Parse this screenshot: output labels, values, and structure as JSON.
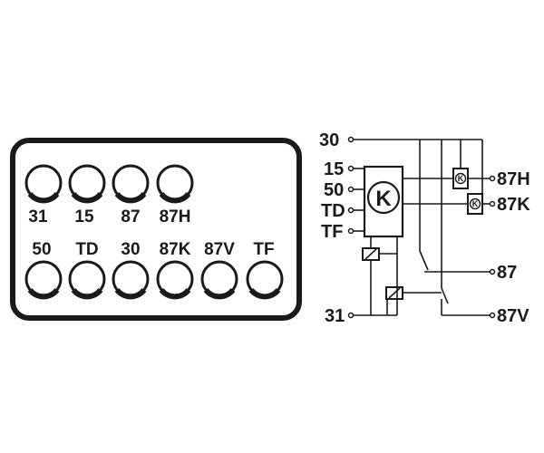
{
  "connector": {
    "top_row": [
      {
        "label": "31"
      },
      {
        "label": "15"
      },
      {
        "label": "87"
      },
      {
        "label": "87H"
      }
    ],
    "bottom_row": [
      {
        "label": "50"
      },
      {
        "label": "TD"
      },
      {
        "label": "30"
      },
      {
        "label": "87K"
      },
      {
        "label": "87V"
      },
      {
        "label": "TF"
      }
    ]
  },
  "schematic": {
    "terminal_30": "30",
    "terminal_15": "15",
    "terminal_50": "50",
    "terminal_td": "TD",
    "terminal_tf": "TF",
    "terminal_31": "31",
    "output_87h": "87H",
    "output_87k": "87K",
    "output_87": "87",
    "output_87v": "87V",
    "control_unit_symbol": "K",
    "mini_relay_symbol": "K"
  }
}
